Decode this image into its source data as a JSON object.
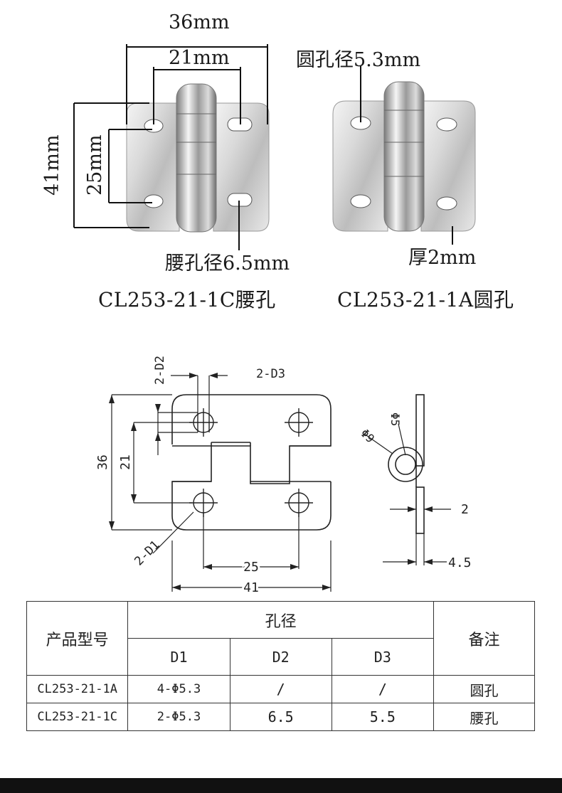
{
  "photo_section": {
    "left_photo": {
      "dim_width_outer": "36mm",
      "dim_width_inner": "21mm",
      "dim_height_outer": "41mm",
      "dim_height_inner": "25mm",
      "callout_slot": "腰孔径6.5mm",
      "caption": "CL253-21-1C腰孔"
    },
    "right_photo": {
      "callout_hole": "圆孔径5.3mm",
      "callout_thickness": "厚2mm",
      "caption": "CL253-21-1A圆孔"
    }
  },
  "drawing": {
    "label_d2": "2-D2",
    "label_d3": "2-D3",
    "label_d1": "2-D1",
    "dim_36": "36",
    "dim_21": "21",
    "dim_25": "25",
    "dim_41": "41",
    "side_phi9": "Φ9",
    "side_phi5": "Φ5",
    "side_2": "2",
    "side_45": "4.5"
  },
  "spec_table": {
    "header_model": "产品型号",
    "header_hole": "孔径",
    "header_note": "备注",
    "sub_d1": "D1",
    "sub_d2": "D2",
    "sub_d3": "D3",
    "rows": [
      {
        "model": "CL253-21-1A",
        "d1": "4-Φ5.3",
        "d2": "/",
        "d3": "/",
        "note": "圆孔"
      },
      {
        "model": "CL253-21-1C",
        "d1": "2-Φ5.3",
        "d2": "6.5",
        "d3": "5.5",
        "note": "腰孔"
      }
    ]
  }
}
